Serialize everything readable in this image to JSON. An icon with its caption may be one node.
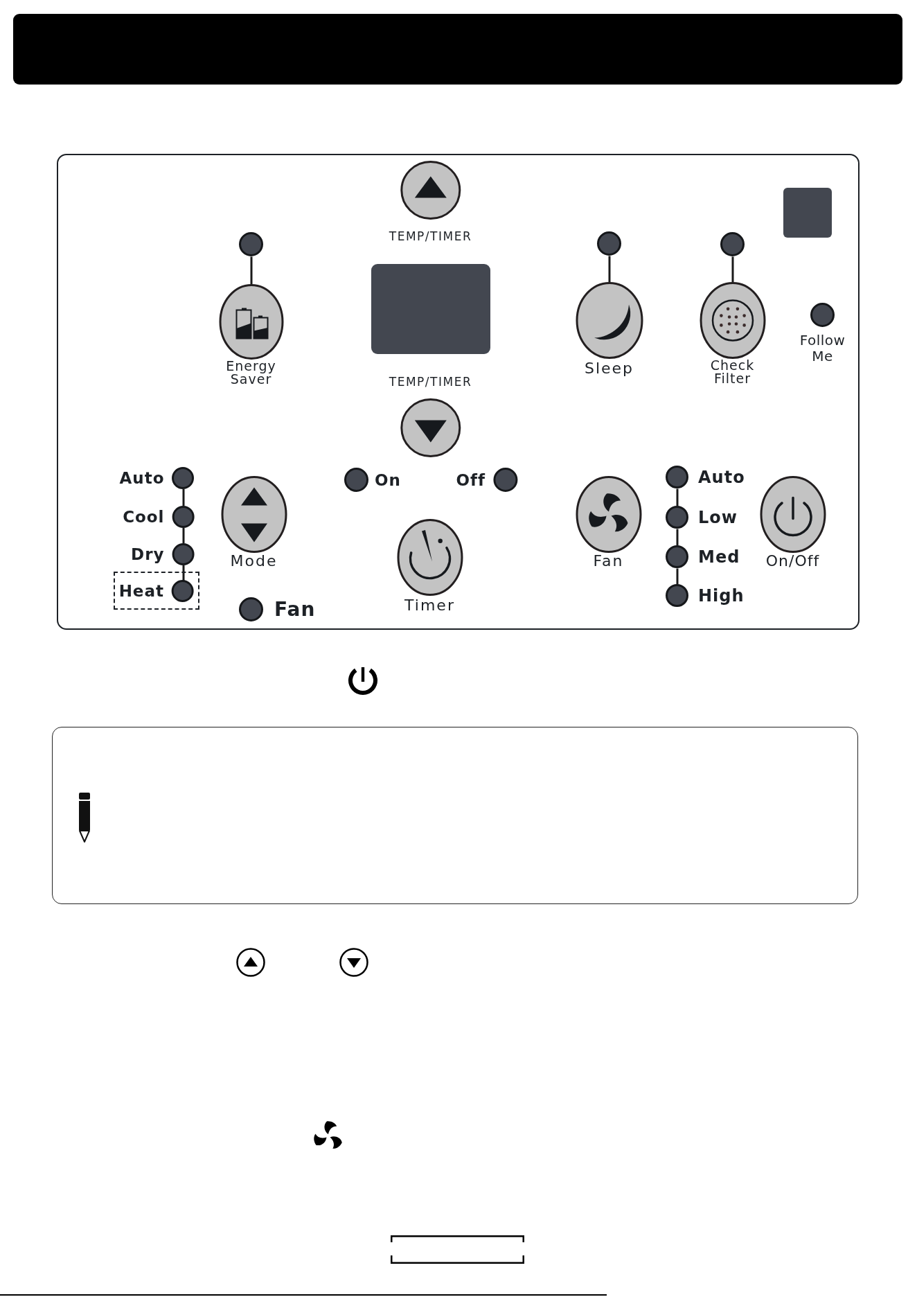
{
  "diagram": {
    "nodes": [
      {
        "text": [],
        "shape": "box"
      },
      {
        "text": [
          "TEMP/TIMER"
        ],
        "in": 0
      },
      {
        "text": [],
        "shape": "circle",
        "in": 0
      },
      {
        "text": [],
        "shape": "circle",
        "in": 0
      },
      {
        "text": [],
        "shape": "circle",
        "in": 0
      },
      {
        "text": [
          "Follow Me"
        ],
        "in": 0
      },
      {
        "text": [
          "Energy Saver"
        ],
        "in": 0
      },
      {
        "text": [
          "Sleep"
        ],
        "in": 0
      },
      {
        "text": [
          "Check Filter"
        ],
        "in": 0
      },
      {
        "text": [
          "TEMP/TIMER"
        ],
        "in": 0
      },
      {
        "text": [
          "Auto"
        ],
        "in": 0
      },
      {
        "text": [
          "Cool"
        ],
        "in": 0
      },
      {
        "text": [
          "Dry"
        ],
        "in": 0
      },
      {
        "text": [],
        "shape": "box",
        "in": 0
      },
      {
        "text": [
          "Heat"
        ],
        "in": 13
      },
      {
        "text": [
          "Mode"
        ],
        "in": 0
      },
      {
        "text": [
          "Fan"
        ],
        "in": 0
      },
      {
        "text": [
          "On"
        ],
        "in": 0
      },
      {
        "text": [
          "Off"
        ],
        "in": 0
      },
      {
        "text": [
          "Timer"
        ],
        "in": 0
      },
      {
        "text": [
          "Fan"
        ],
        "in": 0
      },
      {
        "text": [
          "Auto"
        ],
        "in": 0
      },
      {
        "text": [
          "Low"
        ],
        "in": 0
      },
      {
        "text": [
          "Med"
        ],
        "in": 0
      },
      {
        "text": [
          "High"
        ],
        "in": 0
      },
      {
        "text": [
          "On/Off"
        ],
        "in": 0
      },
      {
        "text": [],
        "shape": "box",
        "in": 0
      },
      {
        "text": [],
        "shape": "box",
        "in": 0
      }
    ],
    "edges": [
      {
        "from": 2,
        "to": 6,
        "arrow": "none"
      },
      {
        "from": 3,
        "to": 7,
        "arrow": "none"
      },
      {
        "from": 4,
        "to": 8,
        "arrow": "none"
      },
      {
        "from": 10,
        "to": 11,
        "arrow": "none"
      },
      {
        "from": 11,
        "to": 12,
        "arrow": "none"
      },
      {
        "from": 12,
        "to": 14,
        "arrow": "none"
      },
      {
        "from": 21,
        "to": 22,
        "arrow": "none"
      },
      {
        "from": 22,
        "to": 23,
        "arrow": "none"
      },
      {
        "from": 23,
        "to": 24,
        "arrow": "none"
      }
    ]
  }
}
